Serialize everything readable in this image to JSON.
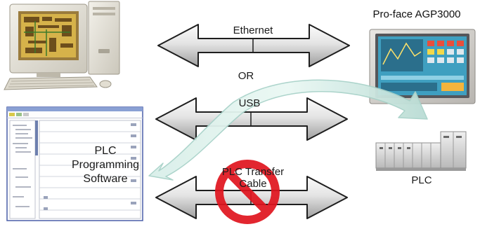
{
  "labels": {
    "hmi_model": "Pro-face AGP3000",
    "ethernet": "Ethernet",
    "or": "OR",
    "usb": "USB",
    "plc_transfer_cable_line1": "PLC Transfer",
    "plc_transfer_cable_line2": "Cable",
    "plc": "PLC",
    "software_line1": "PLC",
    "software_line2": "Programming",
    "software_line3": "Software"
  },
  "icons": {
    "computer": "desktop-computer-icon",
    "hmi": "touch-panel-hmi-icon",
    "software": "software-window-screenshot-icon",
    "plc": "plc-rack-icon",
    "prohibited": "prohibited-sign-icon",
    "arrow": "double-headed-arrow-icon",
    "flow": "curved-flow-arrow-icon"
  },
  "colors": {
    "arrow_fill_light": "#f4f4f4",
    "arrow_fill_dark": "#a9a9a9",
    "arrow_outline": "#1e1e1e",
    "prohibited_red": "#e0141e",
    "flow_arrow_light": "#e3f6f2",
    "flow_arrow_dark": "#a8d2c9",
    "hmi_screen": "#3f9fc0",
    "software_border": "#4a5fa8"
  }
}
